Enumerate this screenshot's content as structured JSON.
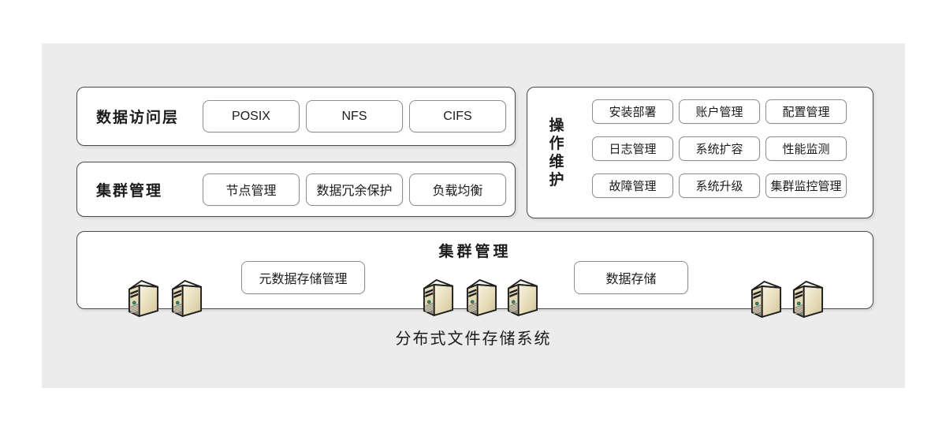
{
  "colors": {
    "page-bg": "#ffffff",
    "panel-bg": "#ececed",
    "box-border": "#4a4a4a",
    "chip-border": "#8e8e8e",
    "text": "#1b1b1b",
    "server-led": "#2e8b7f"
  },
  "diagram": {
    "caption": "分布式文件存储系统",
    "access_layer": {
      "title": "数据访问层",
      "items": [
        {
          "label": "POSIX"
        },
        {
          "label": "NFS"
        },
        {
          "label": "CIFS"
        }
      ]
    },
    "cluster_layer": {
      "title": "集群管理",
      "items": [
        {
          "label": "节点管理"
        },
        {
          "label": "数据冗余保护"
        },
        {
          "label": "负载均衡"
        }
      ]
    },
    "ops_panel": {
      "title": "操作维护",
      "items": [
        {
          "label": "安装部署"
        },
        {
          "label": "账户管理"
        },
        {
          "label": "配置管理"
        },
        {
          "label": "日志管理"
        },
        {
          "label": "系统扩容"
        },
        {
          "label": "性能监测"
        },
        {
          "label": "故障管理"
        },
        {
          "label": "系统升级"
        },
        {
          "label": "集群监控管理"
        }
      ]
    },
    "storage_layer": {
      "title": "集群管理",
      "items": [
        {
          "label": "元数据存储管理"
        },
        {
          "label": "数据存储"
        }
      ]
    }
  }
}
